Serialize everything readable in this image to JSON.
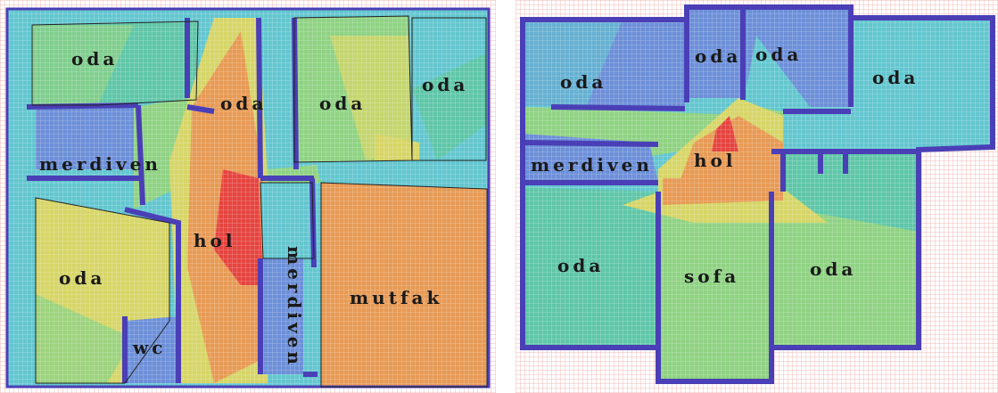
{
  "colors": {
    "grid_line": "#f3b9b9",
    "wall": "#4a3fb6",
    "blue": "#6c8fd8",
    "cyan": "#63c6cf",
    "teal": "#5fc6a8",
    "green": "#8fd283",
    "yellow": "#d6d567",
    "orange": "#e79a55",
    "red": "#e5443f"
  },
  "plans": [
    {
      "rooms": [
        {
          "label": "oda"
        },
        {
          "label": "oda"
        },
        {
          "label": "oda"
        },
        {
          "label": "oda"
        },
        {
          "label": "merdiven"
        },
        {
          "label": "hol"
        },
        {
          "label": "oda"
        },
        {
          "label": "mutfak"
        },
        {
          "label": "merdiven"
        },
        {
          "label": "wc"
        }
      ]
    },
    {
      "rooms": [
        {
          "label": "oda"
        },
        {
          "label": "oda"
        },
        {
          "label": "oda"
        },
        {
          "label": "oda"
        },
        {
          "label": "merdiven"
        },
        {
          "label": "hol"
        },
        {
          "label": "oda"
        },
        {
          "label": "sofa"
        },
        {
          "label": "oda"
        }
      ]
    }
  ]
}
